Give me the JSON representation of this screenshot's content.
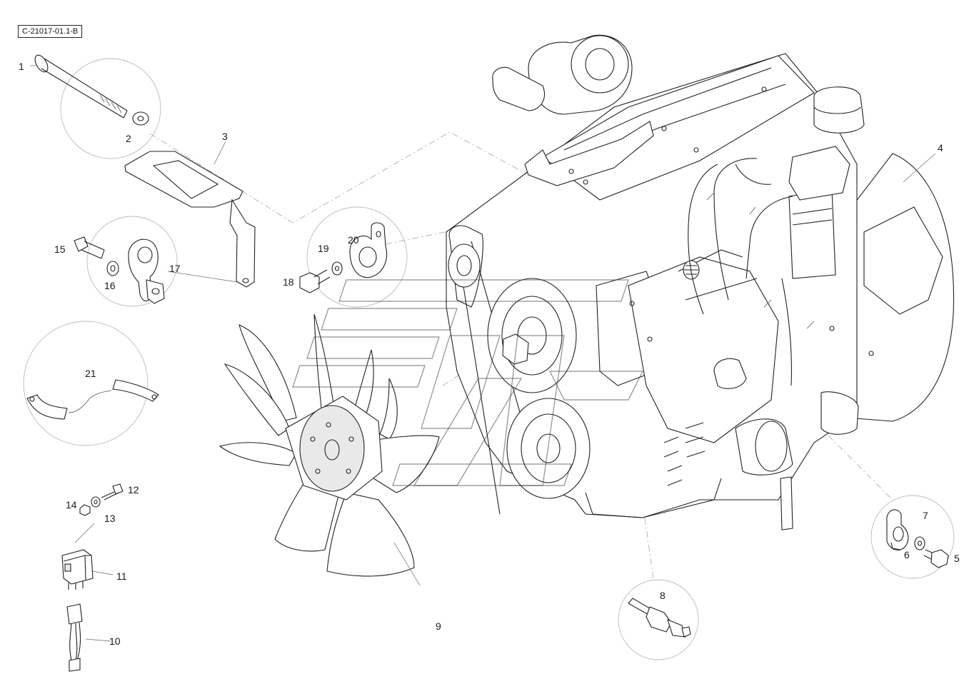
{
  "drawing_code": "C-21017-01.1-B",
  "callouts": [
    {
      "id": "c1",
      "label": "1"
    },
    {
      "id": "c2",
      "label": "2"
    },
    {
      "id": "c3",
      "label": "3"
    },
    {
      "id": "c4",
      "label": "4"
    },
    {
      "id": "c5",
      "label": "5"
    },
    {
      "id": "c6",
      "label": "6"
    },
    {
      "id": "c7",
      "label": "7"
    },
    {
      "id": "c8",
      "label": "8"
    },
    {
      "id": "c9",
      "label": "9"
    },
    {
      "id": "c10",
      "label": "10"
    },
    {
      "id": "c11",
      "label": "11"
    },
    {
      "id": "c12",
      "label": "12"
    },
    {
      "id": "c13",
      "label": "13"
    },
    {
      "id": "c14",
      "label": "14"
    },
    {
      "id": "c15",
      "label": "15"
    },
    {
      "id": "c16",
      "label": "16"
    },
    {
      "id": "c17",
      "label": "17"
    },
    {
      "id": "c18",
      "label": "18"
    },
    {
      "id": "c19",
      "label": "19"
    },
    {
      "id": "c20",
      "label": "20"
    },
    {
      "id": "c21",
      "label": "21"
    }
  ]
}
